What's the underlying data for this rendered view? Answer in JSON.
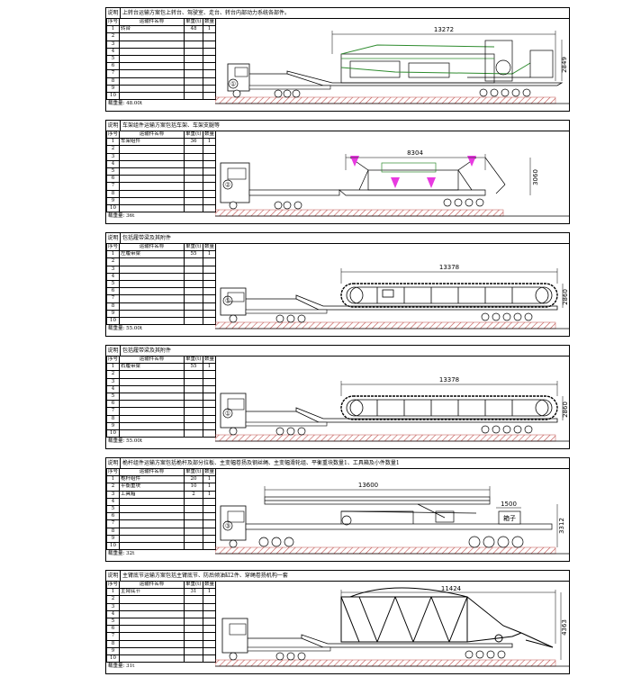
{
  "col_headers": {
    "no": "序号",
    "name": "运输件名称",
    "weight": "单重(t)",
    "qty": "数量"
  },
  "panels": [
    {
      "note_label": "说明",
      "note": "上转台运输方案包上转台、驾驶室、走台、转台内部动力系统各部件。",
      "rows": [
        {
          "no": "1",
          "name": "转台",
          "weight": "48",
          "qty": "1"
        },
        {
          "no": "2"
        },
        {
          "no": "3"
        },
        {
          "no": "4"
        },
        {
          "no": "5"
        },
        {
          "no": "6"
        },
        {
          "no": "7"
        },
        {
          "no": "8"
        },
        {
          "no": "9"
        },
        {
          "no": "10"
        }
      ],
      "weight_label": "载重量: 48.00t",
      "dims": {
        "length": "13272",
        "height": "2849"
      },
      "circle": "①"
    },
    {
      "note_label": "说明",
      "note": "车架组件运输方案包括车架、车架支腿等",
      "rows": [
        {
          "no": "1",
          "name": "车架组件",
          "weight": "36",
          "qty": "1"
        },
        {
          "no": "2"
        },
        {
          "no": "3"
        },
        {
          "no": "4"
        },
        {
          "no": "5"
        },
        {
          "no": "6"
        },
        {
          "no": "7"
        },
        {
          "no": "8"
        },
        {
          "no": "9"
        },
        {
          "no": "10"
        }
      ],
      "weight_label": "载重量: 36t",
      "dims": {
        "length": "8304",
        "height": "3060"
      },
      "circle": "②"
    },
    {
      "note_label": "说明",
      "note": "包括履带梁及其附件",
      "rows": [
        {
          "no": "1",
          "name": "左履带梁",
          "weight": "55",
          "qty": "1"
        },
        {
          "no": "2"
        },
        {
          "no": "3"
        },
        {
          "no": "4"
        },
        {
          "no": "5"
        },
        {
          "no": "6"
        },
        {
          "no": "7"
        },
        {
          "no": "8"
        },
        {
          "no": "9"
        },
        {
          "no": "10"
        }
      ],
      "weight_label": "载重量: 55.00t",
      "dims": {
        "length": "13378",
        "height": "2860"
      },
      "circle": "①"
    },
    {
      "note_label": "说明",
      "note": "包括履带梁及其附件",
      "rows": [
        {
          "no": "1",
          "name": "右履带梁",
          "weight": "55",
          "qty": "1"
        },
        {
          "no": "2"
        },
        {
          "no": "3"
        },
        {
          "no": "4"
        },
        {
          "no": "5"
        },
        {
          "no": "6"
        },
        {
          "no": "7"
        },
        {
          "no": "8"
        },
        {
          "no": "9"
        },
        {
          "no": "10"
        }
      ],
      "weight_label": "载重量: 55.00t",
      "dims": {
        "length": "13378",
        "height": "2860"
      },
      "circle": "①"
    },
    {
      "note_label": "说明",
      "note": "桅杆组件运输方案包括桅杆及部分拉板、主变幅卷扬及钢丝绳、主变幅滑轮组、平衡重块数量1、工具箱及小件数量1",
      "rows": [
        {
          "no": "1",
          "name": "桅杆组件",
          "weight": "20",
          "qty": "1"
        },
        {
          "no": "2",
          "name": "平衡重块",
          "weight": "10",
          "qty": "1"
        },
        {
          "no": "3",
          "name": "工具箱",
          "weight": "2",
          "qty": "1"
        },
        {
          "no": "4"
        },
        {
          "no": "5"
        },
        {
          "no": "6"
        },
        {
          "no": "7"
        },
        {
          "no": "8"
        },
        {
          "no": "9"
        },
        {
          "no": "10"
        }
      ],
      "weight_label": "载重量: 32t",
      "dims": {
        "length": "13600",
        "height": "3312",
        "box_len": "1500",
        "box_label": "箱子"
      },
      "circle": "③"
    },
    {
      "note_label": "说明",
      "note": "主臂底节运输方案包括主臂底节、防后倾油缸2件、穿绳卷扬机构一套",
      "rows": [
        {
          "no": "1",
          "name": "主臂底节",
          "weight": "31",
          "qty": "1"
        },
        {
          "no": "2"
        },
        {
          "no": "3"
        },
        {
          "no": "4"
        },
        {
          "no": "5"
        },
        {
          "no": "6"
        },
        {
          "no": "7"
        },
        {
          "no": "8"
        },
        {
          "no": "9"
        },
        {
          "no": "10"
        }
      ],
      "weight_label": "载重量: 31t",
      "dims": {
        "length": "11424",
        "height": "4363"
      },
      "circle": ""
    }
  ],
  "colors": {
    "hatch": "#c0504d",
    "pink": "#e83ae0",
    "green": "#2e8b2e"
  }
}
